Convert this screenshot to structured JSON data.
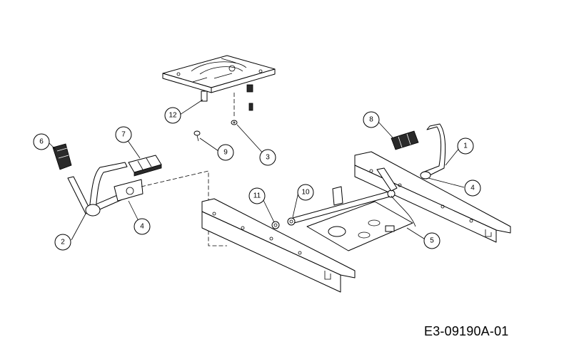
{
  "drawing": {
    "code": "E3-09190A-01"
  },
  "callouts": [
    {
      "id": "c1",
      "label": "1"
    },
    {
      "id": "c2",
      "label": "2"
    },
    {
      "id": "c3",
      "label": "3"
    },
    {
      "id": "c4a",
      "label": "4"
    },
    {
      "id": "c4b",
      "label": "4"
    },
    {
      "id": "c5",
      "label": "5"
    },
    {
      "id": "c6",
      "label": "6"
    },
    {
      "id": "c7",
      "label": "7"
    },
    {
      "id": "c8",
      "label": "8"
    },
    {
      "id": "c9",
      "label": "9"
    },
    {
      "id": "c10",
      "label": "10"
    },
    {
      "id": "c11",
      "label": "11"
    },
    {
      "id": "c12",
      "label": "12"
    }
  ]
}
